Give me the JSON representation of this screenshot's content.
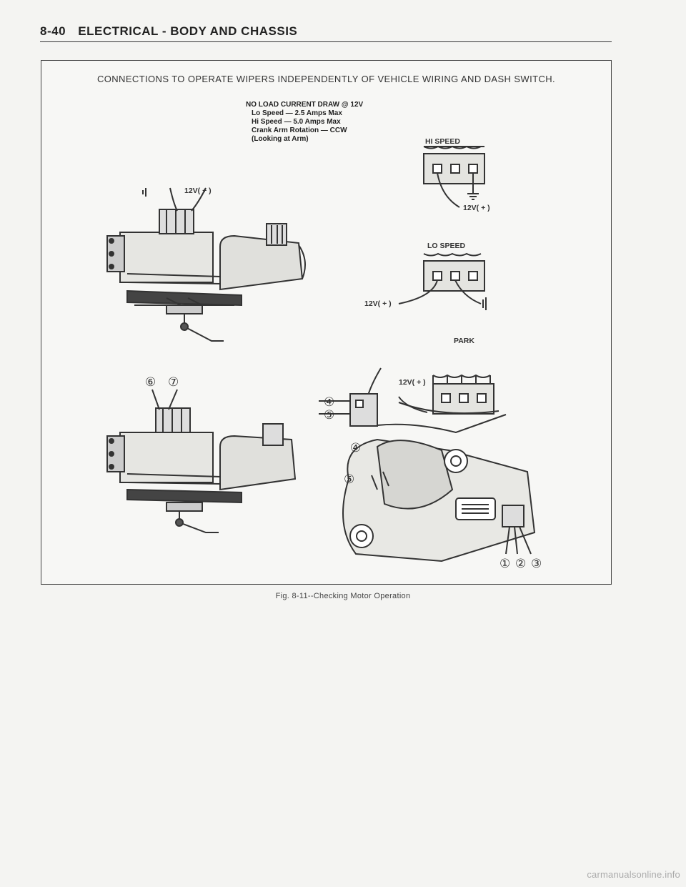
{
  "header": {
    "page_number": "8-40",
    "section_title": "ELECTRICAL - BODY AND CHASSIS"
  },
  "figure": {
    "intro": "CONNECTIONS TO OPERATE WIPERS INDEPENDENTLY OF VEHICLE WIRING AND DASH SWITCH.",
    "specs": {
      "title": "NO LOAD CURRENT DRAW @ 12V",
      "lo_speed": "Lo Speed — 2.5 Amps Max",
      "hi_speed": "Hi Speed — 5.0 Amps Max",
      "rotation": "Crank Arm Rotation — CCW",
      "rotation_note": "(Looking at Arm)"
    },
    "labels": {
      "hi_speed": "HI SPEED",
      "lo_speed": "LO SPEED",
      "park": "PARK",
      "voltage": "12V( + )"
    },
    "callouts": [
      "⑥",
      "⑦",
      "④",
      "⑤",
      "④",
      "⑤",
      "①",
      "②",
      "③"
    ],
    "caption": "Fig. 8-11--Checking Motor Operation"
  },
  "footer": {
    "watermark": "carmanualsonline.info"
  }
}
